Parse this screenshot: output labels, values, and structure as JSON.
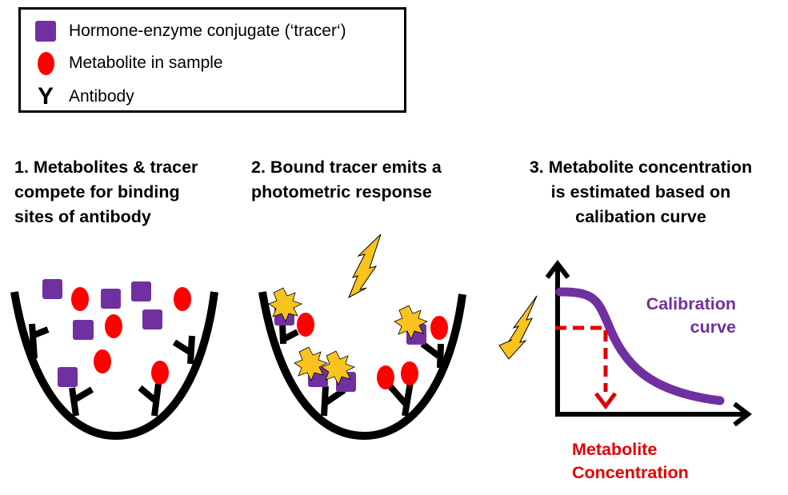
{
  "legend": {
    "items": [
      {
        "symbol": "purple-square",
        "label": "Hormone-enzyme conjugate (‘tracer‘)"
      },
      {
        "symbol": "red-oval",
        "label": "Metabolite in sample"
      },
      {
        "symbol": "Y",
        "label": "Antibody"
      }
    ]
  },
  "steps": [
    {
      "text": "1. Metabolites & tracer\ncompete for binding\nsites of antibody"
    },
    {
      "text": "2. Bound tracer emits a\nphotometric response"
    },
    {
      "text": "3. Metabolite concentration\nis estimated based on\ncalibation curve"
    }
  ],
  "graph": {
    "curve_label": "Calibration\ncurve",
    "x_label": "Metabolite\nConcentration"
  },
  "colors": {
    "tracer": "#7030a0",
    "metabolite": "#ff0000",
    "antibody": "#000000",
    "light": "#f7c31c",
    "readout": "#e00000"
  }
}
